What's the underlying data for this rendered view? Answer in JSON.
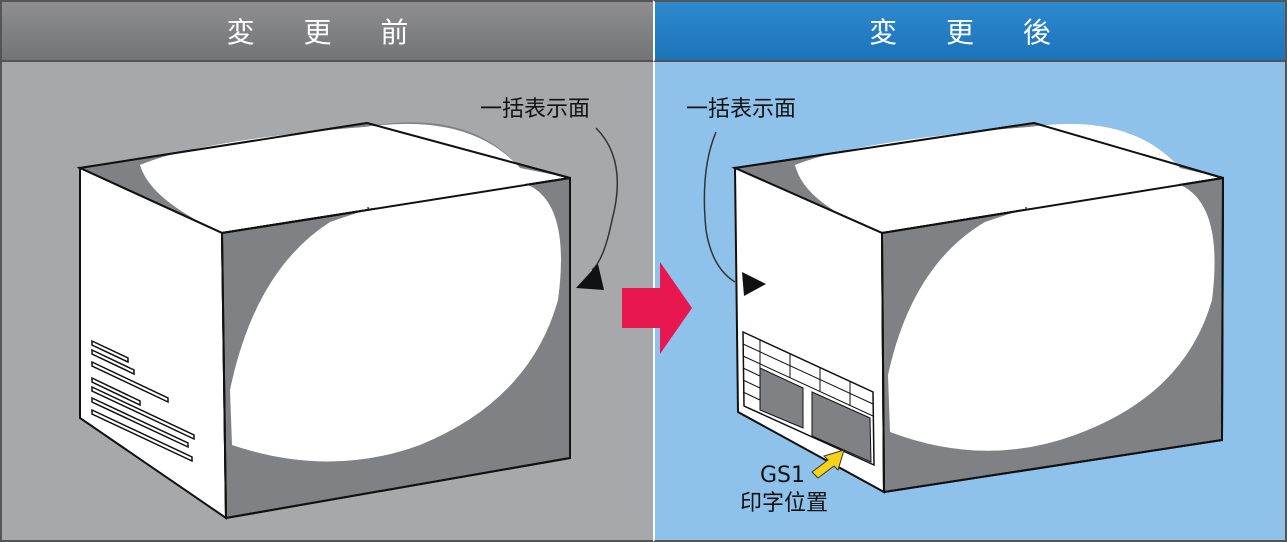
{
  "headers": {
    "before": "変 更 前",
    "after": "変 更 後"
  },
  "labels": {
    "before_face": "一括表示面",
    "after_face": "一括表示面",
    "gs1_line1": "GS1",
    "gs1_line2": "印字位置"
  },
  "colors": {
    "before_header": "#808183",
    "after_header": "#2580c5",
    "before_bg": "#a7a8aa",
    "after_bg": "#8ec2ea",
    "transition_arrow": "#e8174f",
    "gs1_arrow": "#f6d21a",
    "box_shadow": "#808184"
  },
  "icons": {
    "transition": "right-arrow-icon",
    "pointer": "triangle-pointer-icon",
    "gs1": "yellow-arrow-icon"
  }
}
